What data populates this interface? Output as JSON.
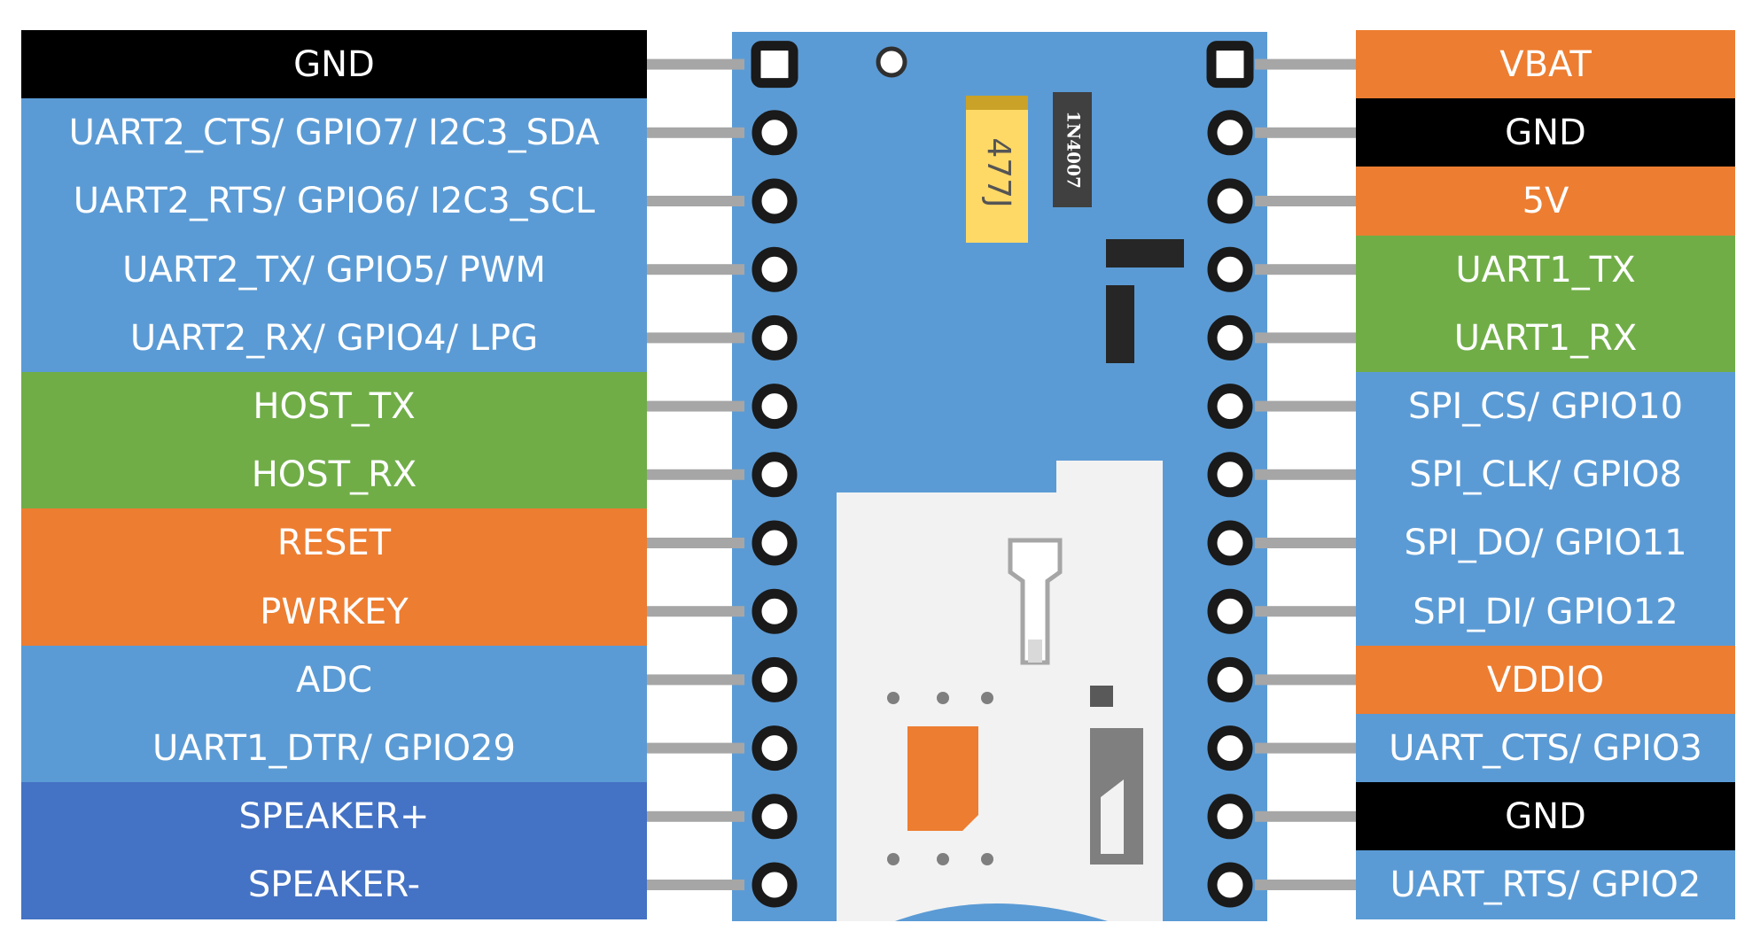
{
  "colors": {
    "black": "#000000",
    "light_blue": "#5b9bd5",
    "green": "#70ad47",
    "orange": "#ed7d31",
    "dark_blue": "#4472c4",
    "board_blue": "#5b9bd5",
    "pin_gray": "#a6a6a6",
    "socket_gray": "#f0f0f0",
    "text": "#ffffff"
  },
  "left_pins": [
    {
      "label": "GND",
      "color": "black"
    },
    {
      "label": "UART2_CTS/ GPIO7/ I2C3_SDA",
      "color": "light_blue"
    },
    {
      "label": "UART2_RTS/ GPIO6/ I2C3_SCL",
      "color": "light_blue"
    },
    {
      "label": "UART2_TX/ GPIO5/ PWM",
      "color": "light_blue"
    },
    {
      "label": "UART2_RX/ GPIO4/ LPG",
      "color": "light_blue"
    },
    {
      "label": "HOST_TX",
      "color": "green"
    },
    {
      "label": "HOST_RX",
      "color": "green"
    },
    {
      "label": "RESET",
      "color": "orange"
    },
    {
      "label": "PWRKEY",
      "color": "orange"
    },
    {
      "label": "ADC",
      "color": "light_blue"
    },
    {
      "label": "UART1_DTR/ GPIO29",
      "color": "light_blue"
    },
    {
      "label": "SPEAKER+",
      "color": "dark_blue"
    },
    {
      "label": "SPEAKER-",
      "color": "dark_blue"
    }
  ],
  "right_pins": [
    {
      "label": "VBAT",
      "color": "orange"
    },
    {
      "label": "GND",
      "color": "black"
    },
    {
      "label": "5V",
      "color": "orange"
    },
    {
      "label": "UART1_TX",
      "color": "green"
    },
    {
      "label": "UART1_RX",
      "color": "green"
    },
    {
      "label": "SPI_CS/ GPIO10",
      "color": "light_blue"
    },
    {
      "label": "SPI_CLK/ GPIO8",
      "color": "light_blue"
    },
    {
      "label": "SPI_DO/ GPIO11",
      "color": "light_blue"
    },
    {
      "label": "SPI_DI/ GPIO12",
      "color": "light_blue"
    },
    {
      "label": "VDDIO",
      "color": "orange"
    },
    {
      "label": "UART_CTS/ GPIO3",
      "color": "light_blue"
    },
    {
      "label": "GND",
      "color": "black"
    },
    {
      "label": "UART_RTS/ GPIO2",
      "color": "light_blue"
    }
  ],
  "board": {
    "capacitor_label": "477J",
    "diode_label": "1N4007"
  }
}
